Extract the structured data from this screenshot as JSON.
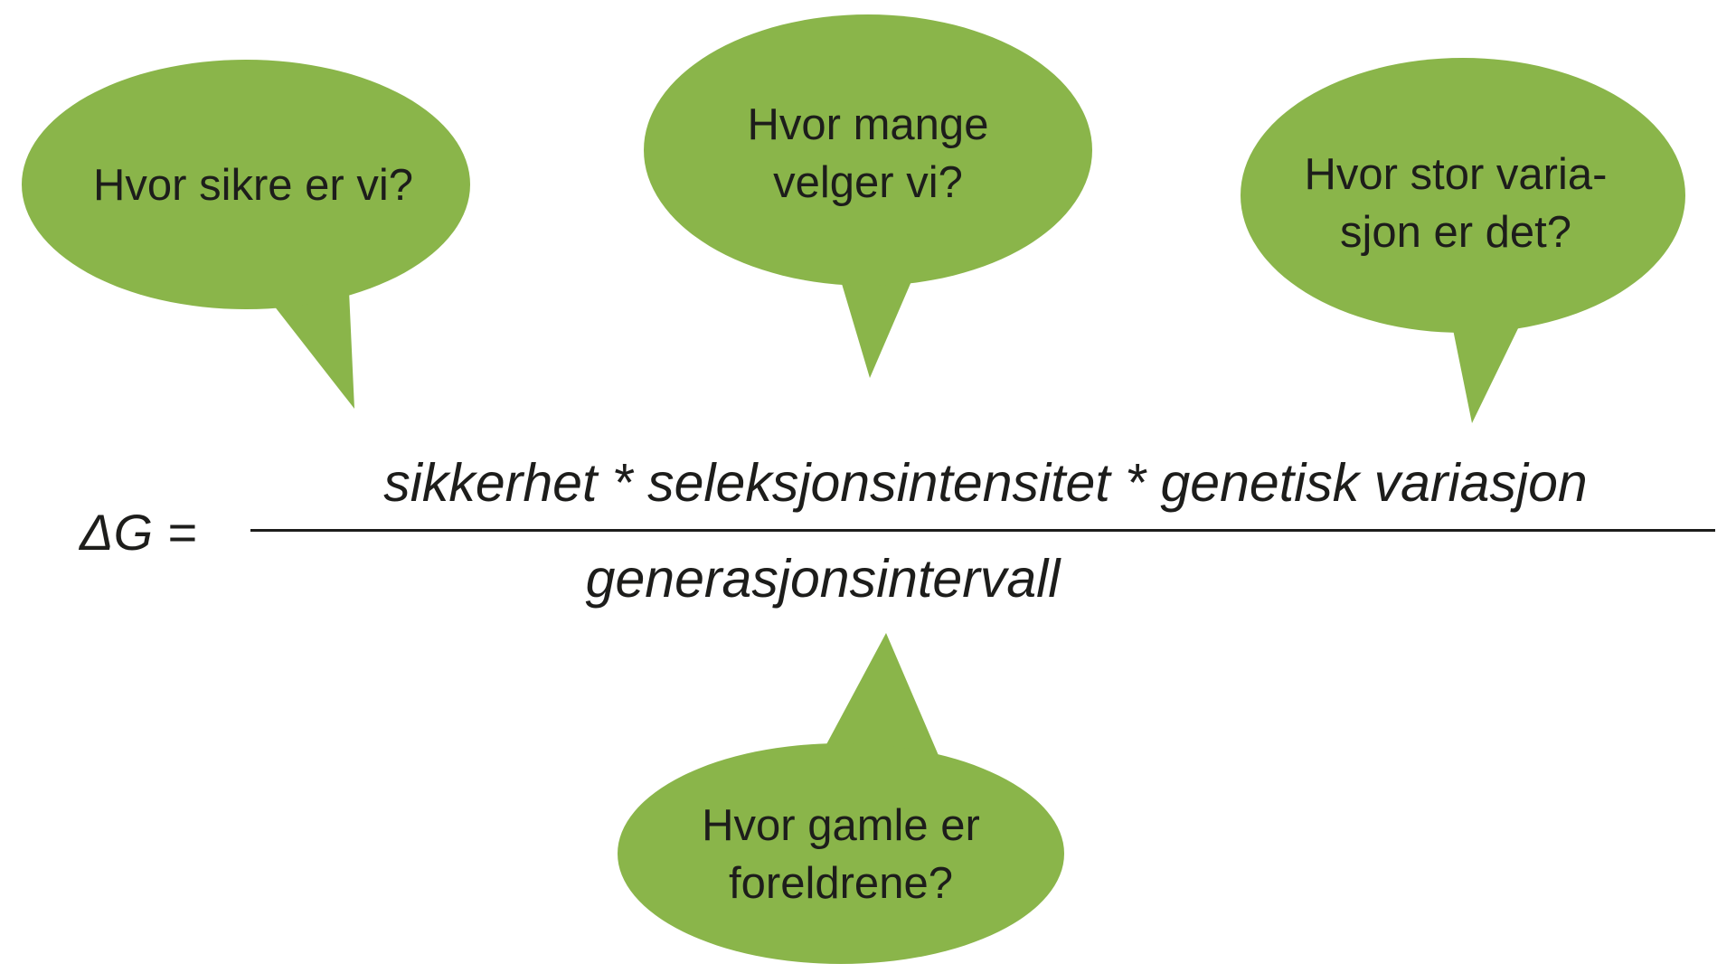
{
  "colors": {
    "bubble_fill": "#8ab54a",
    "text": "#1d1d1b",
    "background": "#ffffff"
  },
  "bubbles": {
    "accuracy": {
      "text": "Hvor sikre er vi?"
    },
    "intensity": {
      "text": "Hvor mange\nvelger vi?"
    },
    "variation": {
      "text": "Hvor stor varia-\nsjon er det?"
    },
    "interval": {
      "text": "Hvor gamle er\nforeldrene?"
    }
  },
  "formula": {
    "lhs": "ΔG =",
    "numerator": "sikkerhet * seleksjonsintensitet * genetisk variasjon",
    "denominator": "generasjonsintervall"
  }
}
